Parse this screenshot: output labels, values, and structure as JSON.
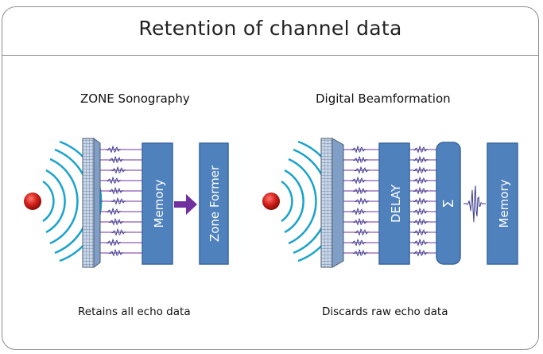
{
  "title": "Retention of channel data",
  "left_panel": {
    "heading": "ZONE Sonography",
    "box1_label": "Memory",
    "box2_label": "Zone Former",
    "caption": "Retains all echo data"
  },
  "right_panel": {
    "heading": "Digital Beamformation",
    "box1_label": "DELAY",
    "sum_label": "Σ",
    "box3_label": "Memory",
    "caption": "Discards raw echo data"
  },
  "colors": {
    "box_fill": "#4f81bd",
    "box_stroke": "#3a66a0",
    "wave": "#1aa3cc",
    "channel_line": "#7030a0",
    "arrow": "#7030a0",
    "source": "#d0201a"
  }
}
